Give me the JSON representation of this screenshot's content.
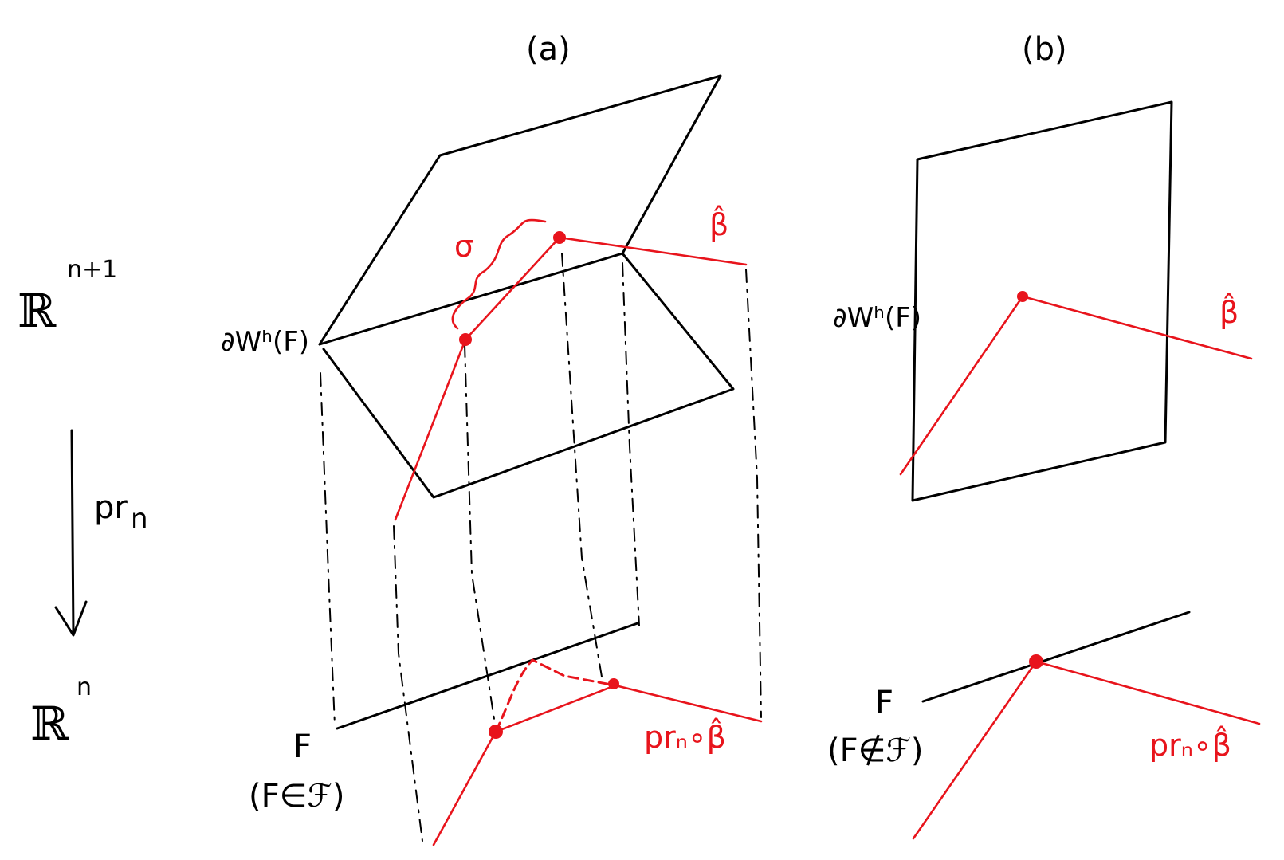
{
  "labels": {
    "panel_a": "(a)",
    "panel_b": "(b)",
    "space_upper": "ℝ",
    "space_upper_exp": "n+1",
    "space_lower": "ℝ",
    "space_lower_exp": "n",
    "map": "pr",
    "map_sub": "n",
    "wall_a": "∂Wʰ(F)",
    "wall_b": "∂Wʰ(F)",
    "sigma": "σ",
    "beta_hat_a": "β̂",
    "beta_hat_b": "β̂",
    "face_a": "F",
    "face_a_cond": "(F∈ℱ)",
    "face_b": "F",
    "face_b_cond": "(F∉ℱ)",
    "proj_beta_a": "prₙ∘β̂",
    "proj_beta_b": "prₙ∘β̂"
  },
  "colors": {
    "ink": "#000000",
    "highlight": "#e8141c"
  }
}
